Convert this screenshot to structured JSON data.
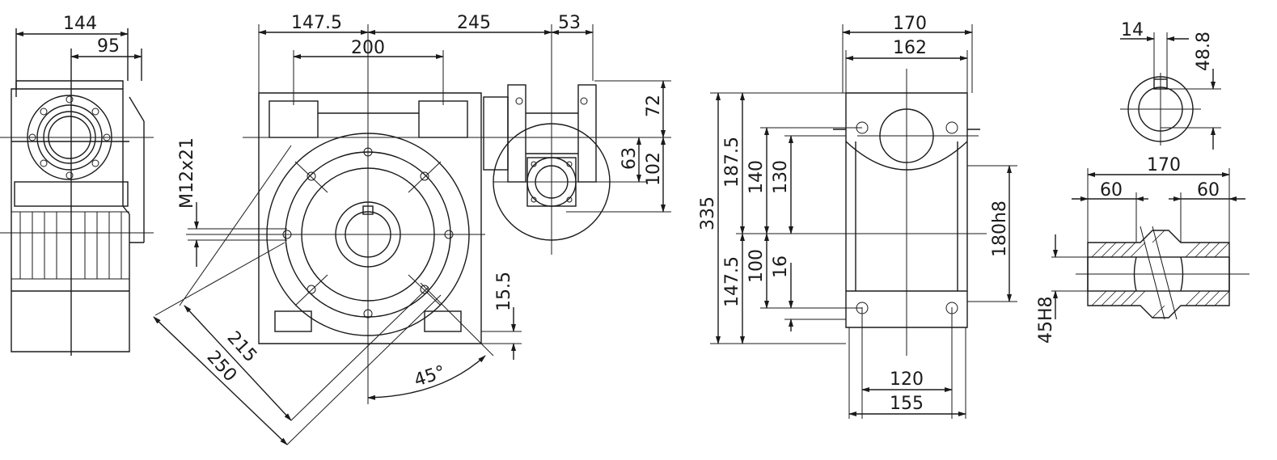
{
  "views": {
    "side": {
      "dims": [
        "144",
        "95"
      ]
    },
    "front": {
      "dims": [
        "147.5",
        "245",
        "53",
        "200",
        "72",
        "63",
        "102",
        "15.5",
        "215",
        "250"
      ],
      "thread_label": "M12x21",
      "angle_label": "45°"
    },
    "top": {
      "dims": [
        "170",
        "162",
        "335",
        "187.5",
        "140",
        "130",
        "147.5",
        "100",
        "16",
        "180h8",
        "120",
        "155"
      ]
    },
    "keyway": {
      "dims": [
        "14",
        "48.8"
      ]
    },
    "hollow_shaft": {
      "dims": [
        "170",
        "60",
        "60",
        "45H8"
      ]
    }
  }
}
